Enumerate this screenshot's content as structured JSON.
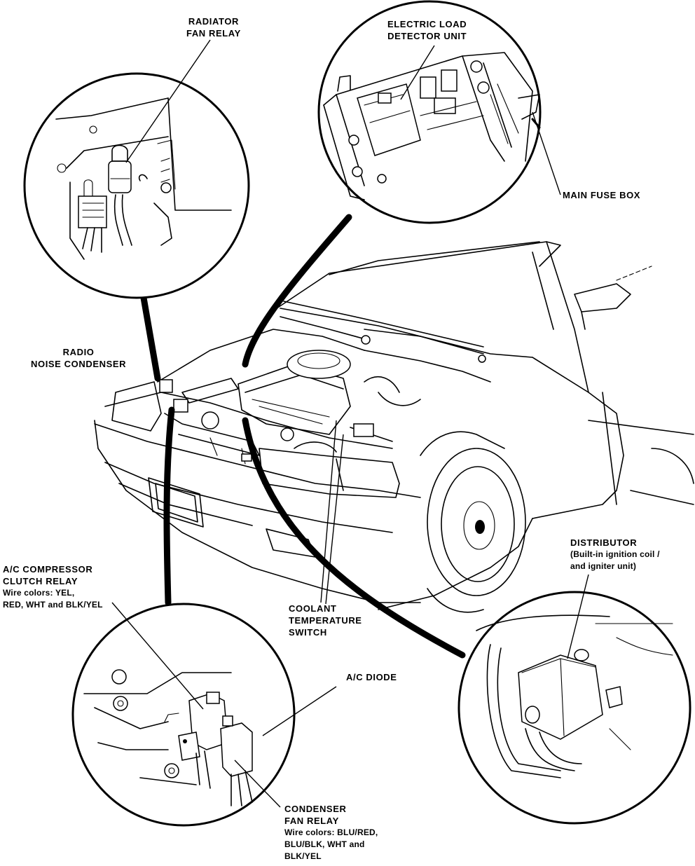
{
  "labels": {
    "radiator_fan_relay": [
      "RADIATOR",
      "FAN RELAY"
    ],
    "electric_load_detector": [
      "ELECTRIC LOAD",
      "DETECTOR UNIT"
    ],
    "main_fuse_box": "MAIN FUSE BOX",
    "radio_noise_condenser": [
      "RADIO",
      "NOISE CONDENSER"
    ],
    "ac_compressor_clutch_relay": {
      "title": [
        "A/C COMPRESSOR",
        "CLUTCH RELAY"
      ],
      "wire_colors": [
        "Wire colors: YEL,",
        "RED, WHT and BLK/YEL"
      ]
    },
    "coolant_temperature_switch": [
      "COOLANT",
      "TEMPERATURE",
      "SWITCH"
    ],
    "distributor": {
      "title": "DISTRIBUTOR",
      "note": [
        "(Built-in ignition coil /",
        "and igniter unit)"
      ]
    },
    "ac_diode": "A/C DIODE",
    "condenser_fan_relay": {
      "title": [
        "CONDENSER",
        "FAN RELAY"
      ],
      "wire_colors": [
        "Wire colors: BLU/RED,",
        "BLU/BLK, WHT and",
        "BLK/YEL"
      ]
    }
  }
}
